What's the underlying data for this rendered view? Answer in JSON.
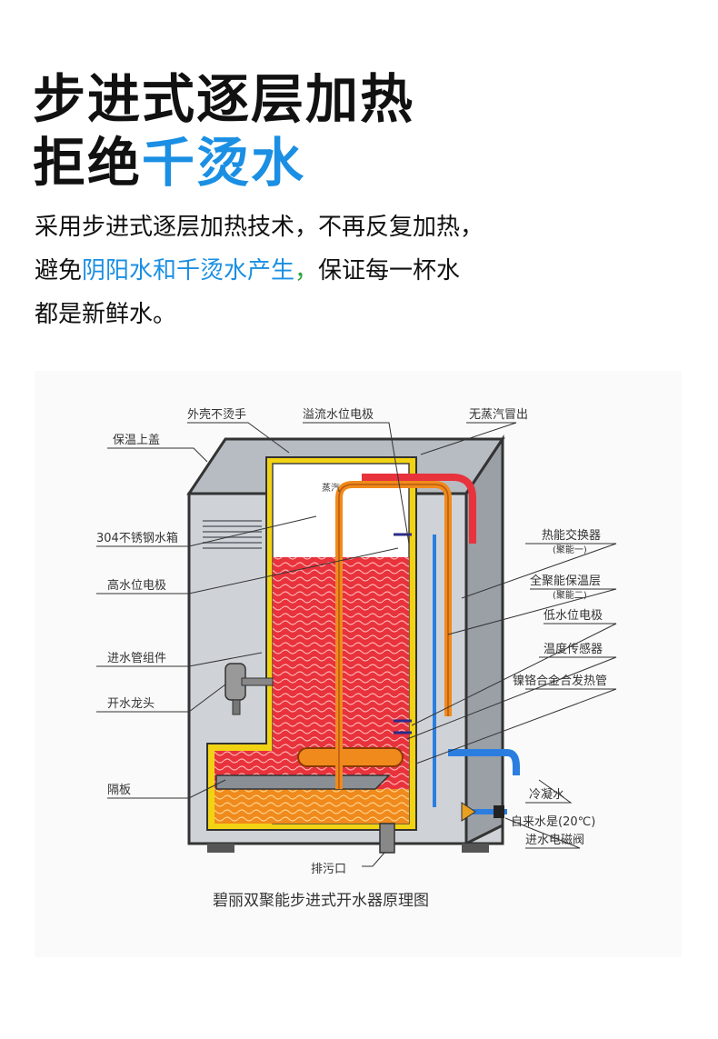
{
  "headline": {
    "line1": "步进式逐层加热",
    "line2_prefix": "拒绝",
    "line2_highlight": "千烫水"
  },
  "description": {
    "part1": "采用步进式逐层加热技术，不再反复加热，",
    "part2_prefix": "避免",
    "part2_highlight": "阴阳水和千烫水产生",
    "part2_comma": "，",
    "part2_suffix": "保证每一杯水",
    "part3": "都是新鲜水。"
  },
  "diagram": {
    "caption": "碧丽双聚能步进式开水器原理图",
    "labels": {
      "outer_shell": "外壳不烫手",
      "overflow_electrode": "溢流水位电极",
      "no_steam": "无蒸汽冒出",
      "insulated_lid": "保温上盖",
      "steam": "蒸汽",
      "tank": "304不锈钢水箱",
      "high_level": "高水位电极",
      "inlet_pipe": "进水管组件",
      "tap": "开水龙头",
      "baffle": "隔板",
      "drain": "排污口",
      "heat_exchanger": "热能交换器",
      "heat_exchanger_sub": "(聚能一)",
      "insulation_layer": "全聚能保温层",
      "insulation_layer_sub": "(聚能二)",
      "low_level": "低水位电极",
      "temp_sensor": "温度传感器",
      "heater": "镍铬合金合发热管",
      "condensate": "冷凝水",
      "inlet_water": "自来水是(20℃)",
      "valve": "进水电磁阀"
    }
  },
  "colors": {
    "accent_blue": "#1a8fe3",
    "accent_green": "#2aa33a",
    "hot_water": "#e8323c",
    "bottom_water": "#f08a1c",
    "insulation": "#f2d313"
  }
}
